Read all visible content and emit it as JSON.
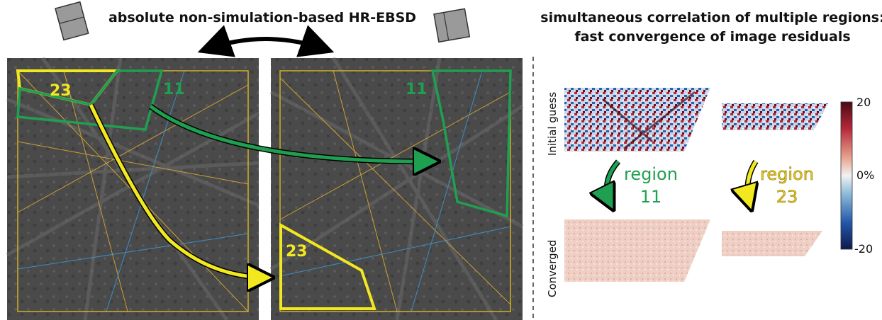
{
  "left_panel": {
    "title": "absolute non-simulation-based HR-EBSD",
    "region_a_label": "23",
    "region_b_label": "11"
  },
  "right_panel": {
    "title_line1": "simultaneous correlation of multiple regions:",
    "title_line2": "fast convergence of image residuals",
    "row_initial": "Initial guess",
    "row_converged": "Converged",
    "arrow_label_1_word": "region",
    "arrow_label_1_num": "11",
    "arrow_label_2_word": "region",
    "arrow_label_2_num": "23"
  },
  "colorbar": {
    "max_label": "20",
    "mid_label": "0%",
    "min_label": "-20"
  },
  "colors": {
    "green": "#1fa050",
    "yellow": "#f2e81f",
    "yellow_text": "#e8c81a",
    "pattern_bg": "#4d4d4d",
    "dashed_divider": "#333333"
  }
}
